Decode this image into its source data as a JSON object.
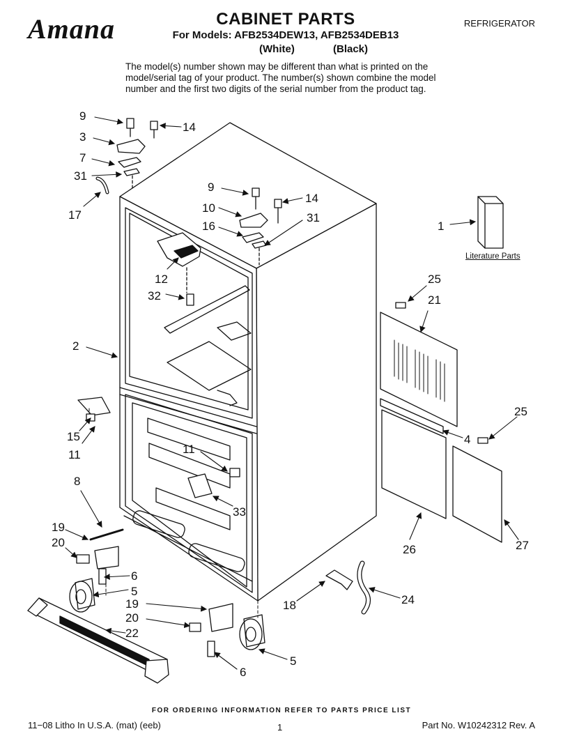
{
  "header": {
    "brand": "Amana",
    "title": "CABINET PARTS",
    "models": "For Models: AFB2534DEW13, AFB2534DEB13",
    "color_white": "(White)",
    "color_black": "(Black)",
    "category": "REFRIGERATOR",
    "intro_line1": "The model(s) number shown may be different than what is printed on the",
    "intro_line2": "model/serial tag of your product. The number(s) shown combine the model",
    "intro_line3": "number and the first two digits of the serial number from the product tag."
  },
  "callouts": {
    "c9a": "9",
    "c3": "3",
    "c7": "7",
    "c31a": "31",
    "c17": "17",
    "c14a": "14",
    "c9b": "9",
    "c10": "10",
    "c16": "16",
    "c14b": "14",
    "c31b": "31",
    "c1": "1",
    "c12": "12",
    "c32": "32",
    "c2": "2",
    "c25a": "25",
    "c21": "21",
    "c15": "15",
    "c11a": "11",
    "c11b": "11",
    "c4": "4",
    "c25b": "25",
    "c8": "8",
    "c33": "33",
    "c19a": "19",
    "c20a": "20",
    "c26": "26",
    "c27": "27",
    "c6a": "6",
    "c5a": "5",
    "c19b": "19",
    "c20b": "20",
    "c22": "22",
    "c18": "18",
    "c24": "24",
    "c5b": "5",
    "c6b": "6"
  },
  "literature_label": "Literature Parts",
  "footer": {
    "note": "FOR ORDERING INFORMATION REFER TO PARTS PRICE LIST",
    "litho": "11−08 Litho In U.S.A. (mat) (eeb)",
    "page": "1",
    "part_no": "Part No. W10242312 Rev. A"
  }
}
